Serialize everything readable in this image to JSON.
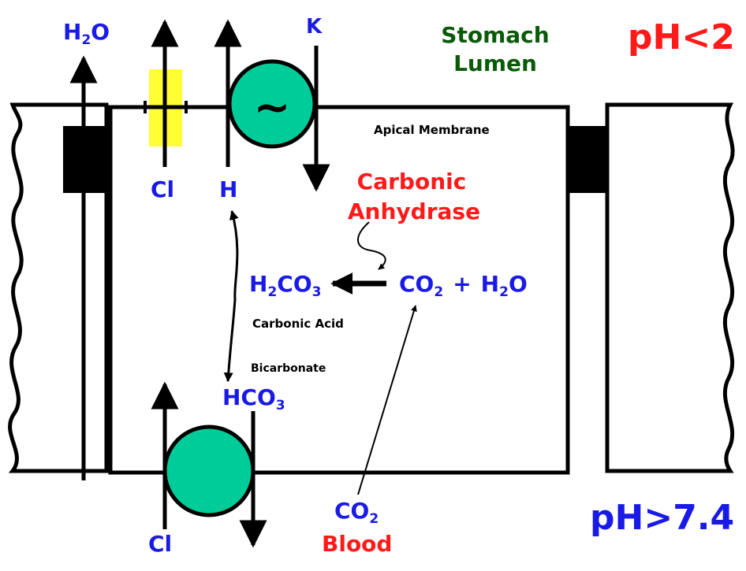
{
  "colors": {
    "ion_blue": "#1a1ae6",
    "enzyme_red": "#ff1a1a",
    "lumen_green": "#0a5a0a",
    "pump_teal": "#00cc99",
    "channel_yellow": "#ffff33"
  },
  "labels": {
    "water_left": {
      "main": "H",
      "sub": "2",
      "tail": "O"
    },
    "chloride_top": "Cl",
    "hydrogen_top": "H",
    "potassium": "K",
    "stomach_lumen_line1": "Stomach",
    "stomach_lumen_line2": "Lumen",
    "ph_low": "pH<2",
    "apical_membrane": "Apical Membrane",
    "carbonic_anhydrase_line1": "Carbonic",
    "carbonic_anhydrase_line2": "Anhydrase",
    "pump_symbol": "~",
    "carbonic_acid_formula": {
      "a": "H",
      "a_sub": "2",
      "b": "CO",
      "b_sub": "3"
    },
    "carbonic_acid_name": "Carbonic Acid",
    "co2_water": {
      "a": "CO",
      "a_sub": "2",
      "plus": "+",
      "b": "H",
      "b_sub": "2",
      "c": "O"
    },
    "bicarbonate_name": "Bicarbonate",
    "bicarbonate_formula": {
      "a": "HCO",
      "a_sub": "3"
    },
    "co2_blood": {
      "a": "CO",
      "a_sub": "2"
    },
    "blood": "Blood",
    "chloride_bottom": "Cl",
    "ph_high": "pH>7.4"
  }
}
